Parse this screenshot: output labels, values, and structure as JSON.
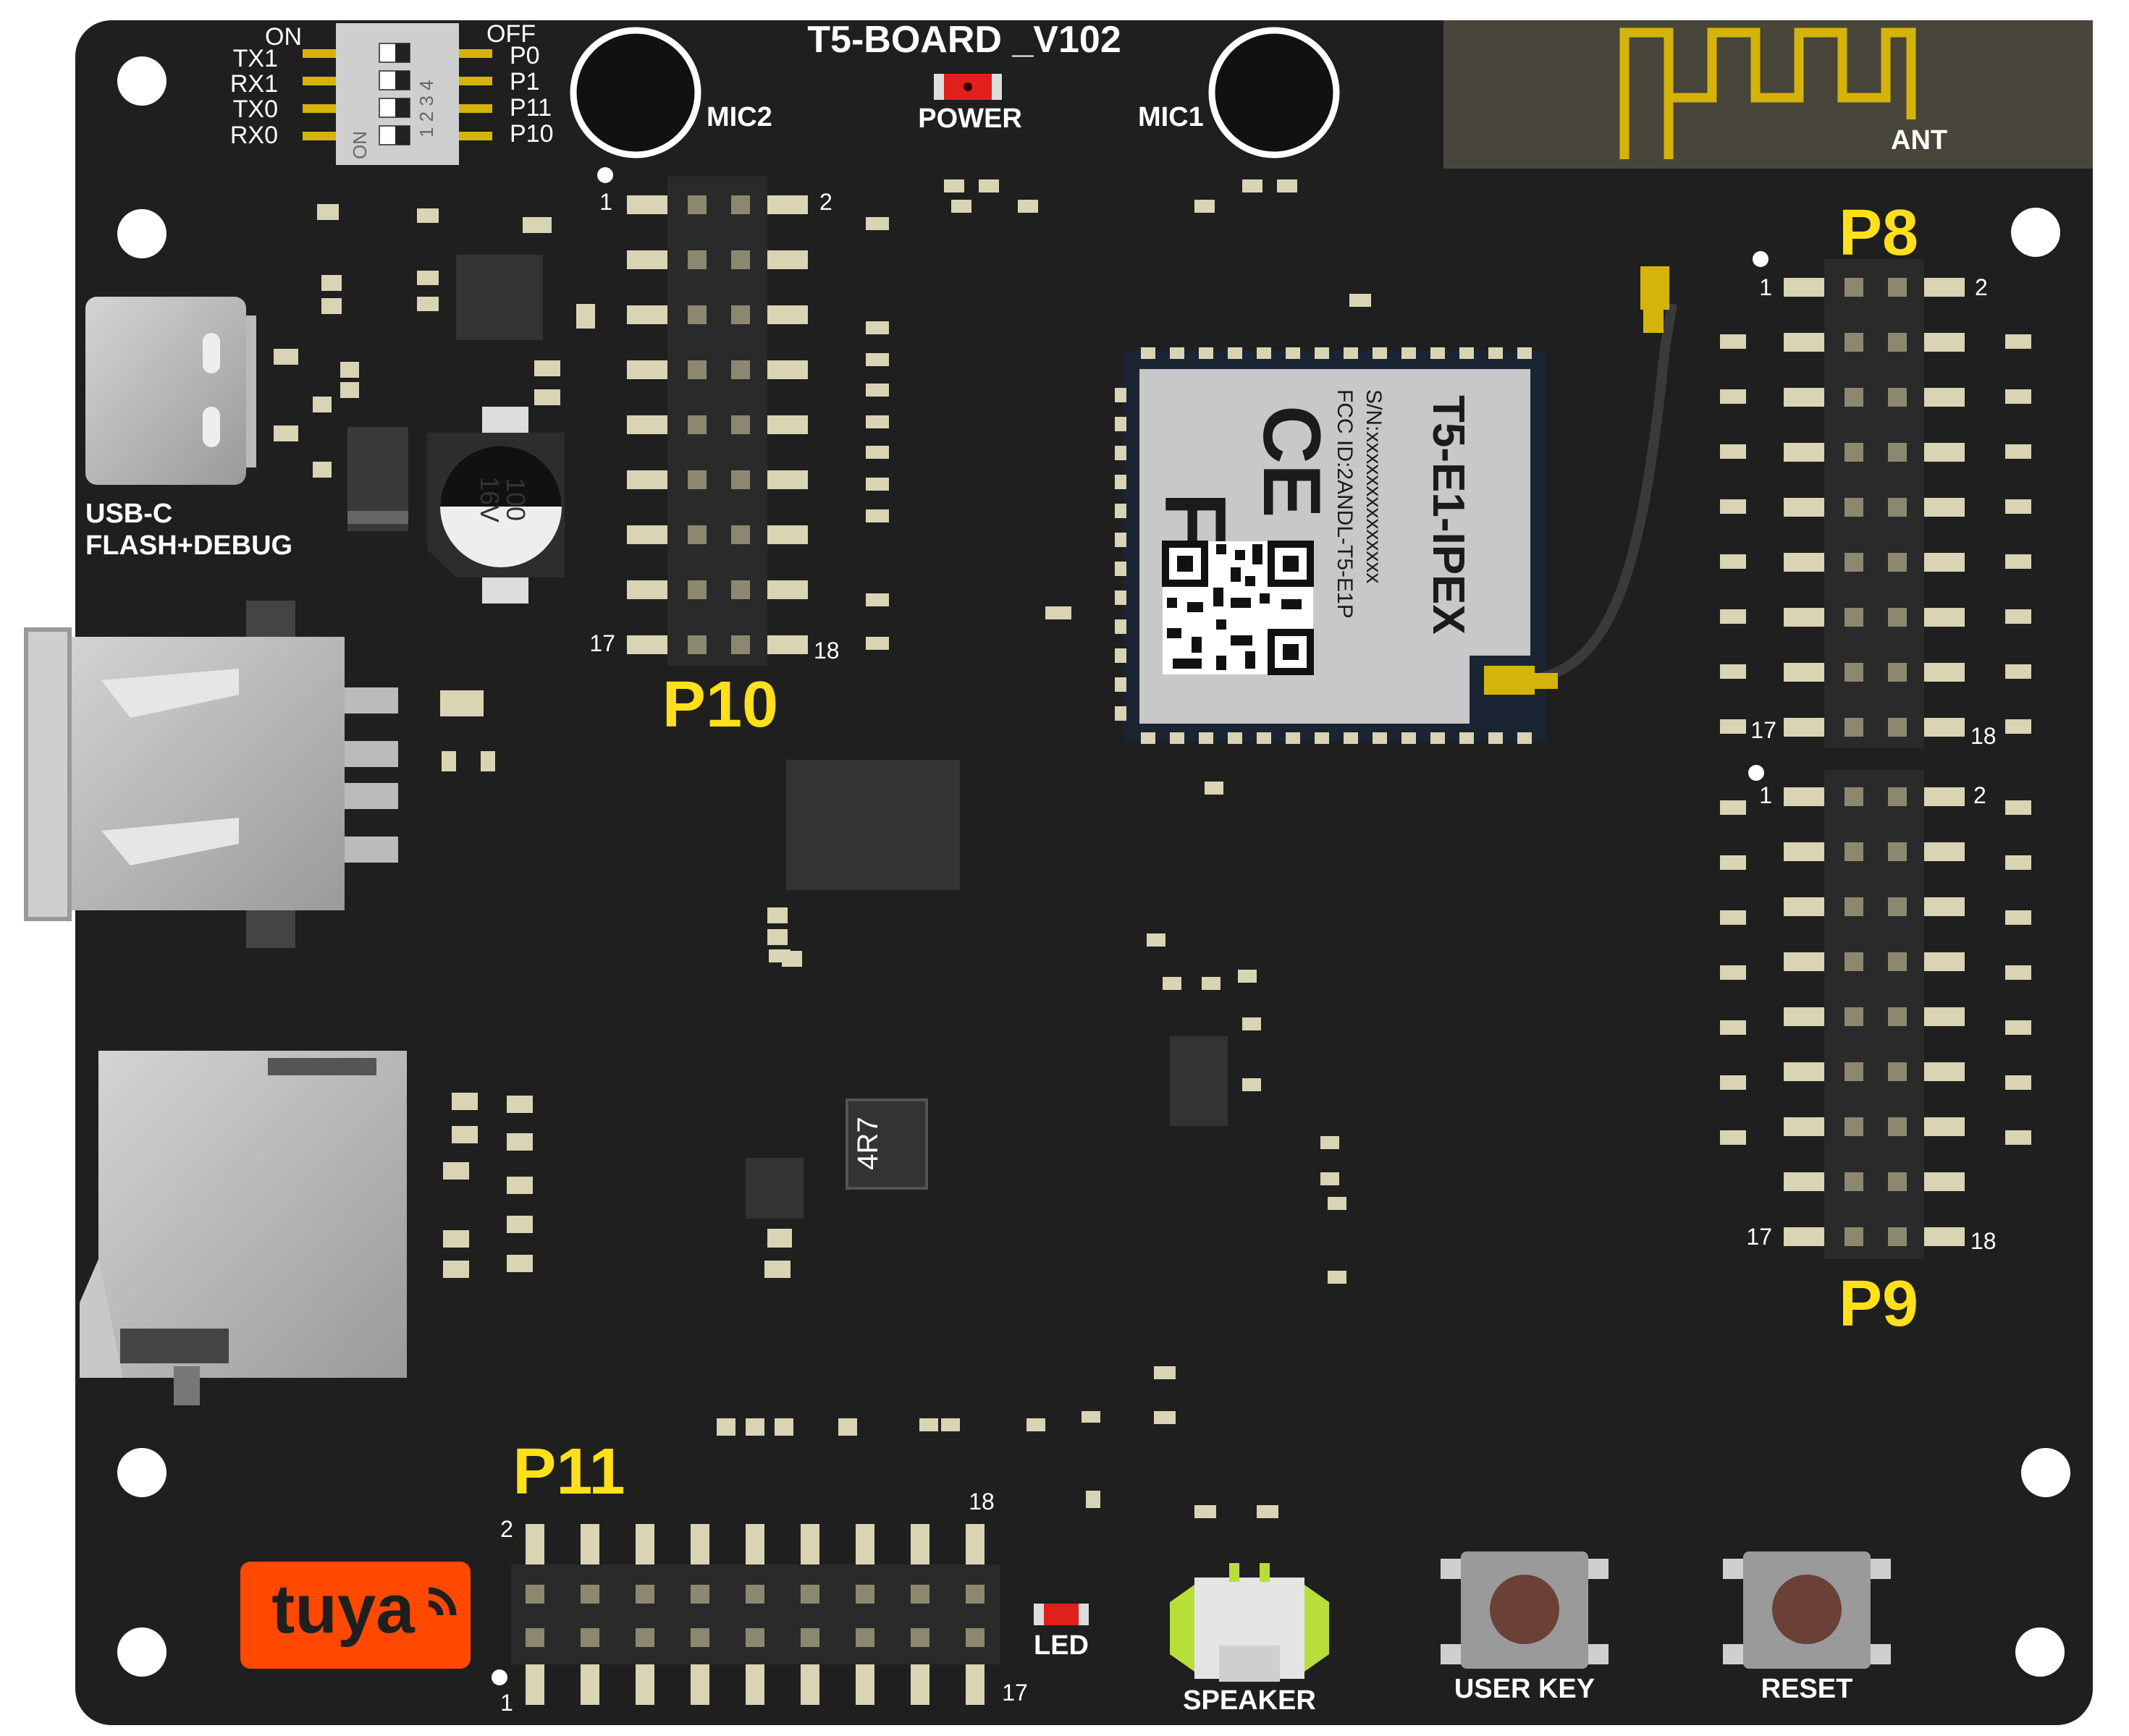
{
  "board": {
    "title": "T5-BOARD _V102",
    "colors": {
      "pcb": "#1f1f1f",
      "header_label": "#ffe01b",
      "gold": "#d4b40a",
      "tuya": "#ff4800",
      "led": "#e0201a"
    }
  },
  "dip_switch": {
    "on_label": "ON",
    "off_label": "OFF",
    "left_pins": [
      "TX1",
      "RX1",
      "TX0",
      "RX0"
    ],
    "right_pins": [
      "P0",
      "P1",
      "P11",
      "P10"
    ],
    "numbers": "1 2 3 4",
    "on_text": "ON"
  },
  "labels": {
    "mic2": "MIC2",
    "mic1": "MIC1",
    "power": "POWER",
    "ant": "ANT",
    "usb_c_1": "USB-C",
    "usb_c_2": "FLASH+DEBUG",
    "led": "LED",
    "speaker": "SPEAKER",
    "user_key": "USER KEY",
    "reset": "RESET"
  },
  "headers": {
    "p10": {
      "name": "P10",
      "first": "1",
      "second": "2",
      "last_odd": "17",
      "last_even": "18"
    },
    "p8": {
      "name": "P8",
      "first": "1",
      "second": "2",
      "last_odd": "17",
      "last_even": "18"
    },
    "p9": {
      "name": "P9",
      "first": "1",
      "second": "2",
      "last_odd": "17",
      "last_even": "18"
    },
    "p11": {
      "name": "P11",
      "first": "1",
      "second": "2",
      "last_odd": "17",
      "last_even": "18"
    }
  },
  "capacitor": {
    "value": "100",
    "voltage": "16V"
  },
  "inductor": {
    "value": "4R7"
  },
  "module": {
    "name": "T5-E1-IPEX",
    "sn": "S/N:xxxxxxxxxxxxxx",
    "fcc_id": "FCC ID:2ANDL-T5-E1P",
    "fcc_mark": "FC",
    "ce_mark": "CE"
  },
  "logo": {
    "text": "tuya"
  }
}
